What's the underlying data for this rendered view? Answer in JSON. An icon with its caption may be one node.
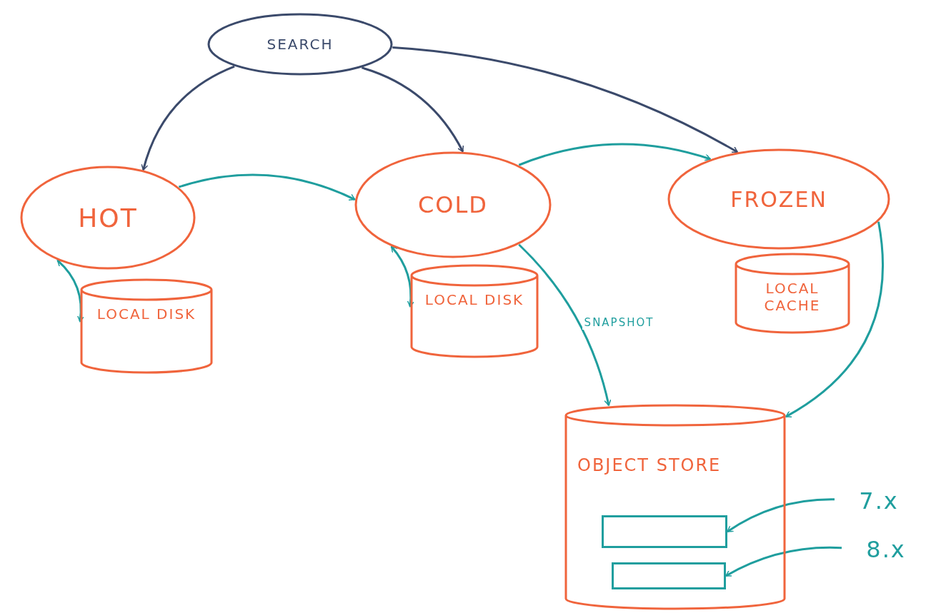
{
  "diagram": {
    "nodes": [
      {
        "text": [
          "SEARCH"
        ]
      },
      {
        "text": [
          "HOT"
        ]
      },
      {
        "text": [
          "COLD"
        ]
      },
      {
        "text": [
          "FROZEN"
        ]
      },
      {
        "text": [
          "LOCAL DISK"
        ]
      },
      {
        "text": [
          "LOCAL DISK"
        ]
      },
      {
        "text": [
          "LOCAL CACHE"
        ]
      },
      {
        "text": [
          "OBJECT STORE"
        ]
      },
      {
        "text": [],
        "shape": "box",
        "in": 7
      },
      {
        "text": [],
        "shape": "box",
        "in": 7
      },
      {
        "text": [
          "7.x"
        ]
      },
      {
        "text": [
          "8.x"
        ]
      }
    ],
    "edges": [
      {
        "from": 0,
        "to": 1,
        "arrow": "to",
        "color": "#3b4a6b"
      },
      {
        "from": 0,
        "to": 2,
        "arrow": "to",
        "color": "#3b4a6b"
      },
      {
        "from": 0,
        "to": 3,
        "arrow": "to",
        "color": "#3b4a6b"
      },
      {
        "from": 1,
        "to": 2,
        "arrow": "to"
      },
      {
        "from": 2,
        "to": 3,
        "arrow": "to"
      },
      {
        "from": 1,
        "to": 4,
        "arrow": "both"
      },
      {
        "from": 2,
        "to": 5,
        "arrow": "both"
      },
      {
        "from": 2,
        "to": 7,
        "arrow": "to",
        "label": "SNAPSHOT"
      },
      {
        "from": 3,
        "to": 7,
        "arrow": "to"
      },
      {
        "from": 10,
        "to": 8,
        "arrow": "to"
      },
      {
        "from": 11,
        "to": 9,
        "arrow": "to"
      }
    ]
  }
}
